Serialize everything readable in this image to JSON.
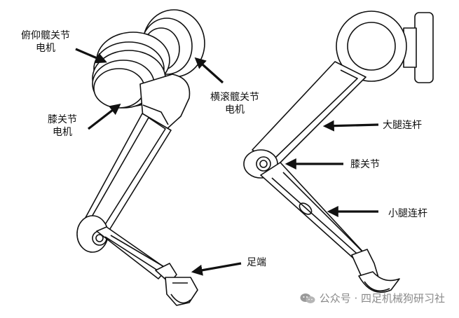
{
  "left_leg": {
    "pitch_hip_motor": [
      "俯仰髋关节",
      "电机"
    ],
    "roll_hip_motor": [
      "横滚髋关节",
      "电机"
    ],
    "knee_motor": [
      "膝关节",
      "电机"
    ],
    "foot": "足端"
  },
  "right_leg": {
    "thigh_link": "大腿连杆",
    "knee_joint": "膝关节",
    "shank_link": "小腿连杆"
  },
  "watermark": {
    "text": "公众号 · 四足机械狗研习社",
    "icon": "wechat-icon"
  },
  "colors": {
    "line": "#111111",
    "watermark": "#8a8a8a"
  }
}
